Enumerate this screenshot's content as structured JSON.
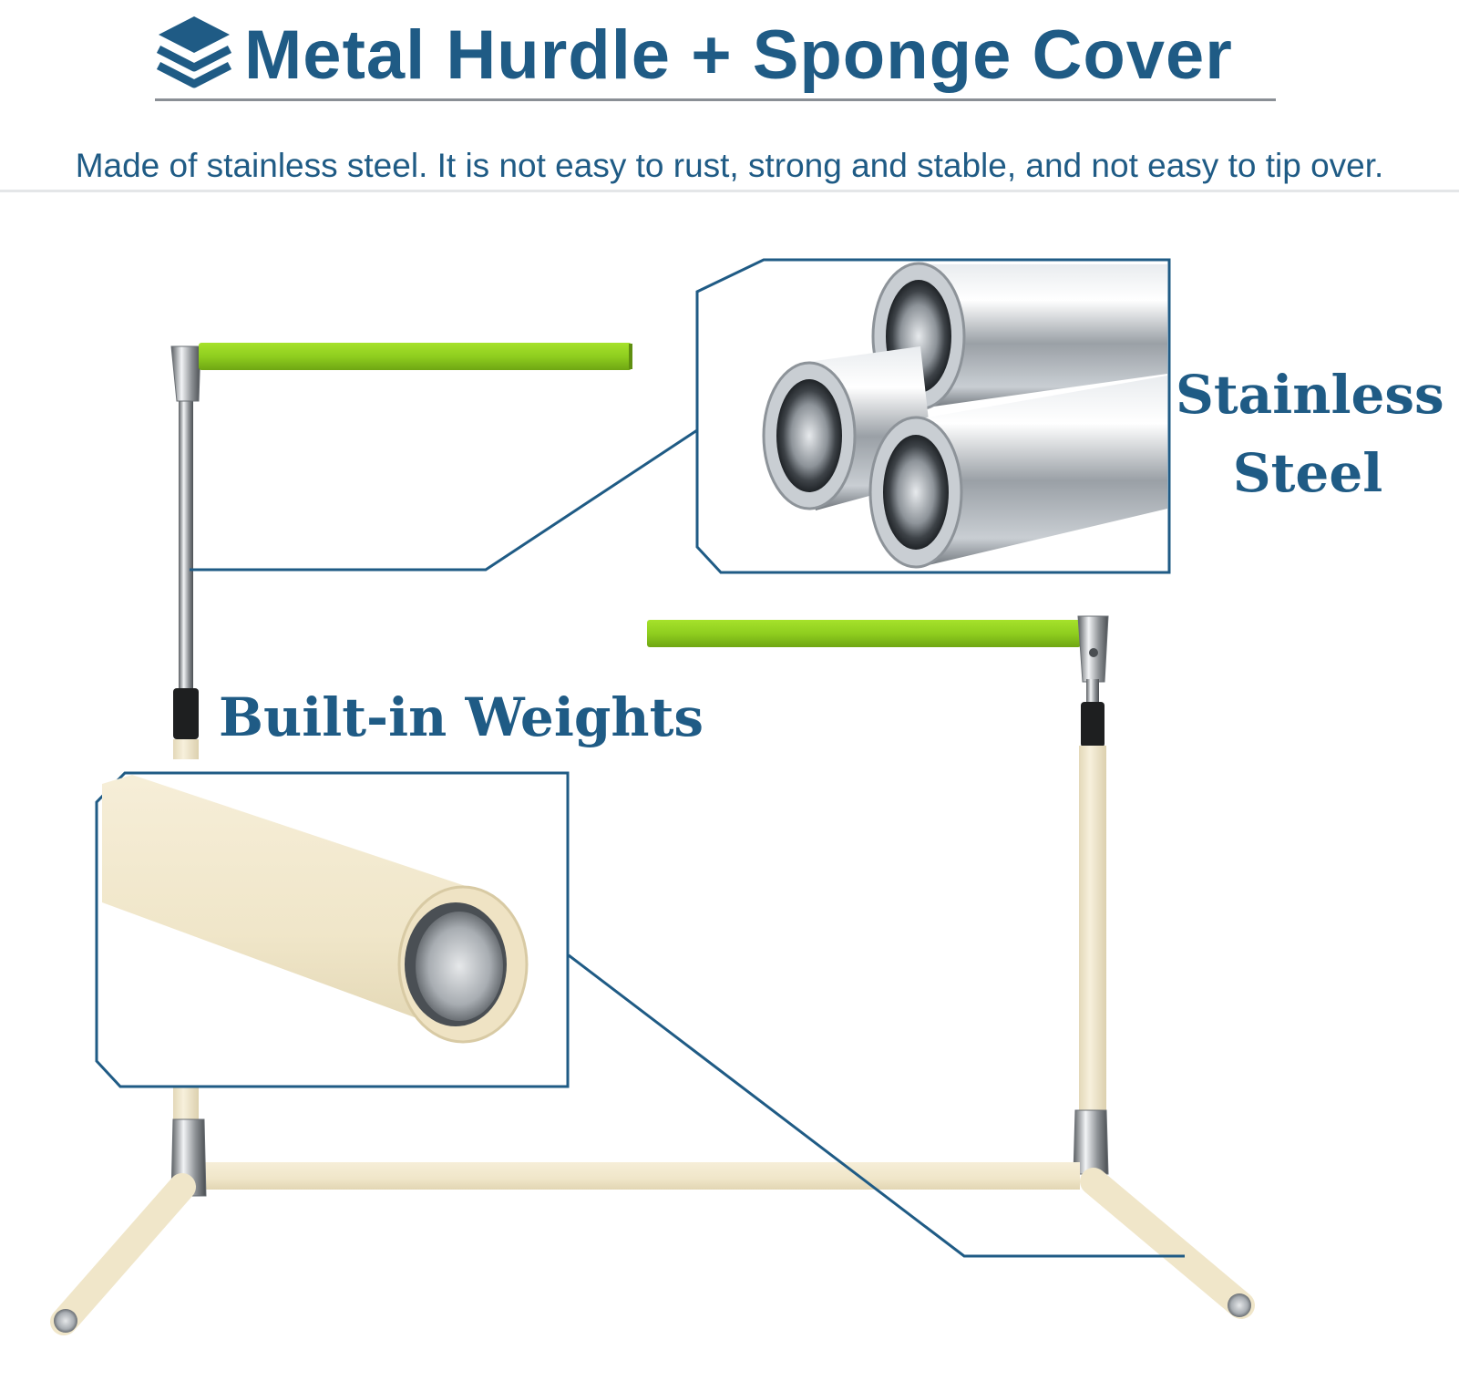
{
  "header": {
    "title": "Metal Hurdle + Sponge Cover",
    "logo_icon": "layers-icon"
  },
  "subtitle": "Made of stainless steel. It is not easy to rust, strong and stable, and not easy to tip over.",
  "callouts": {
    "stainless_line1": "Stainless",
    "stainless_line2": "Steel",
    "weights": "Built-in Weights"
  },
  "colors": {
    "brand_blue": "#1f5b85",
    "crossbar_green": "#8fce1f",
    "sponge_cream": "#f3ead0",
    "steel": "#b8bcc0"
  }
}
